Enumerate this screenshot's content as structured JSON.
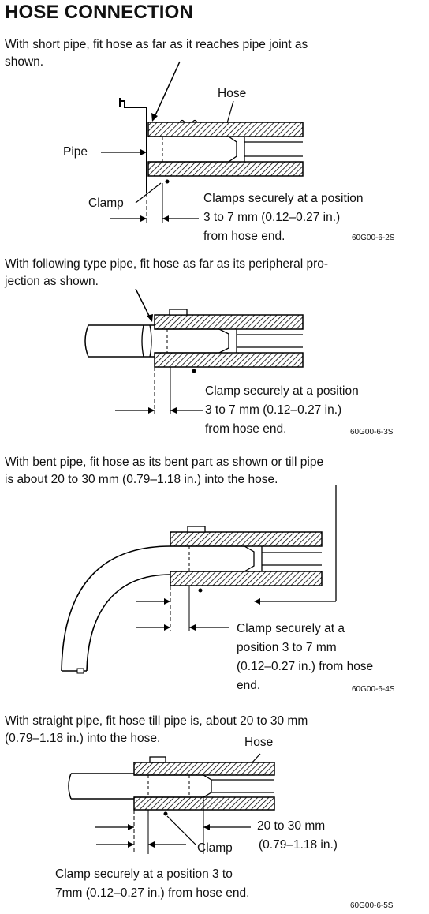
{
  "title": "HOSE CONNECTION",
  "sections": [
    {
      "intro_lines": [
        "With short pipe, fit hose as far as it reaches pipe joint as",
        "shown."
      ],
      "labels": {
        "hose": "Hose",
        "pipe": "Pipe",
        "clamp": "Clamp"
      },
      "caption_lines": [
        "Clamps securely at a position",
        "3 to 7 mm (0.12–0.27 in.)",
        "from hose end."
      ],
      "code": "60G00-6-2S"
    },
    {
      "intro_lines": [
        "With following type pipe, fit hose as far as its peripheral pro-",
        "jection as shown."
      ],
      "caption_lines": [
        "Clamp securely at a position",
        "3 to 7 mm (0.12–0.27 in.)",
        "from hose end."
      ],
      "code": "60G00-6-3S"
    },
    {
      "intro_lines": [
        "With bent pipe, fit hose as its bent part as shown or till pipe",
        "is about 20 to 30 mm (0.79–1.18 in.) into the hose."
      ],
      "caption_lines": [
        "Clamp securely at a",
        "position 3 to 7 mm",
        "(0.12–0.27 in.) from hose",
        "end."
      ],
      "code": "60G00-6-4S"
    },
    {
      "intro_lines": [
        "With straight pipe, fit hose till pipe is, about 20 to 30 mm",
        "(0.79–1.18 in.) into the hose."
      ],
      "labels": {
        "hose": "Hose",
        "clamp": "Clamp",
        "range_line1": "20 to 30 mm",
        "range_line2": "(0.79–1.18 in.)"
      },
      "caption_lines": [
        "Clamp securely at a position 3 to",
        "7mm (0.12–0.27 in.) from hose end."
      ],
      "code": "60G00-6-5S"
    }
  ]
}
